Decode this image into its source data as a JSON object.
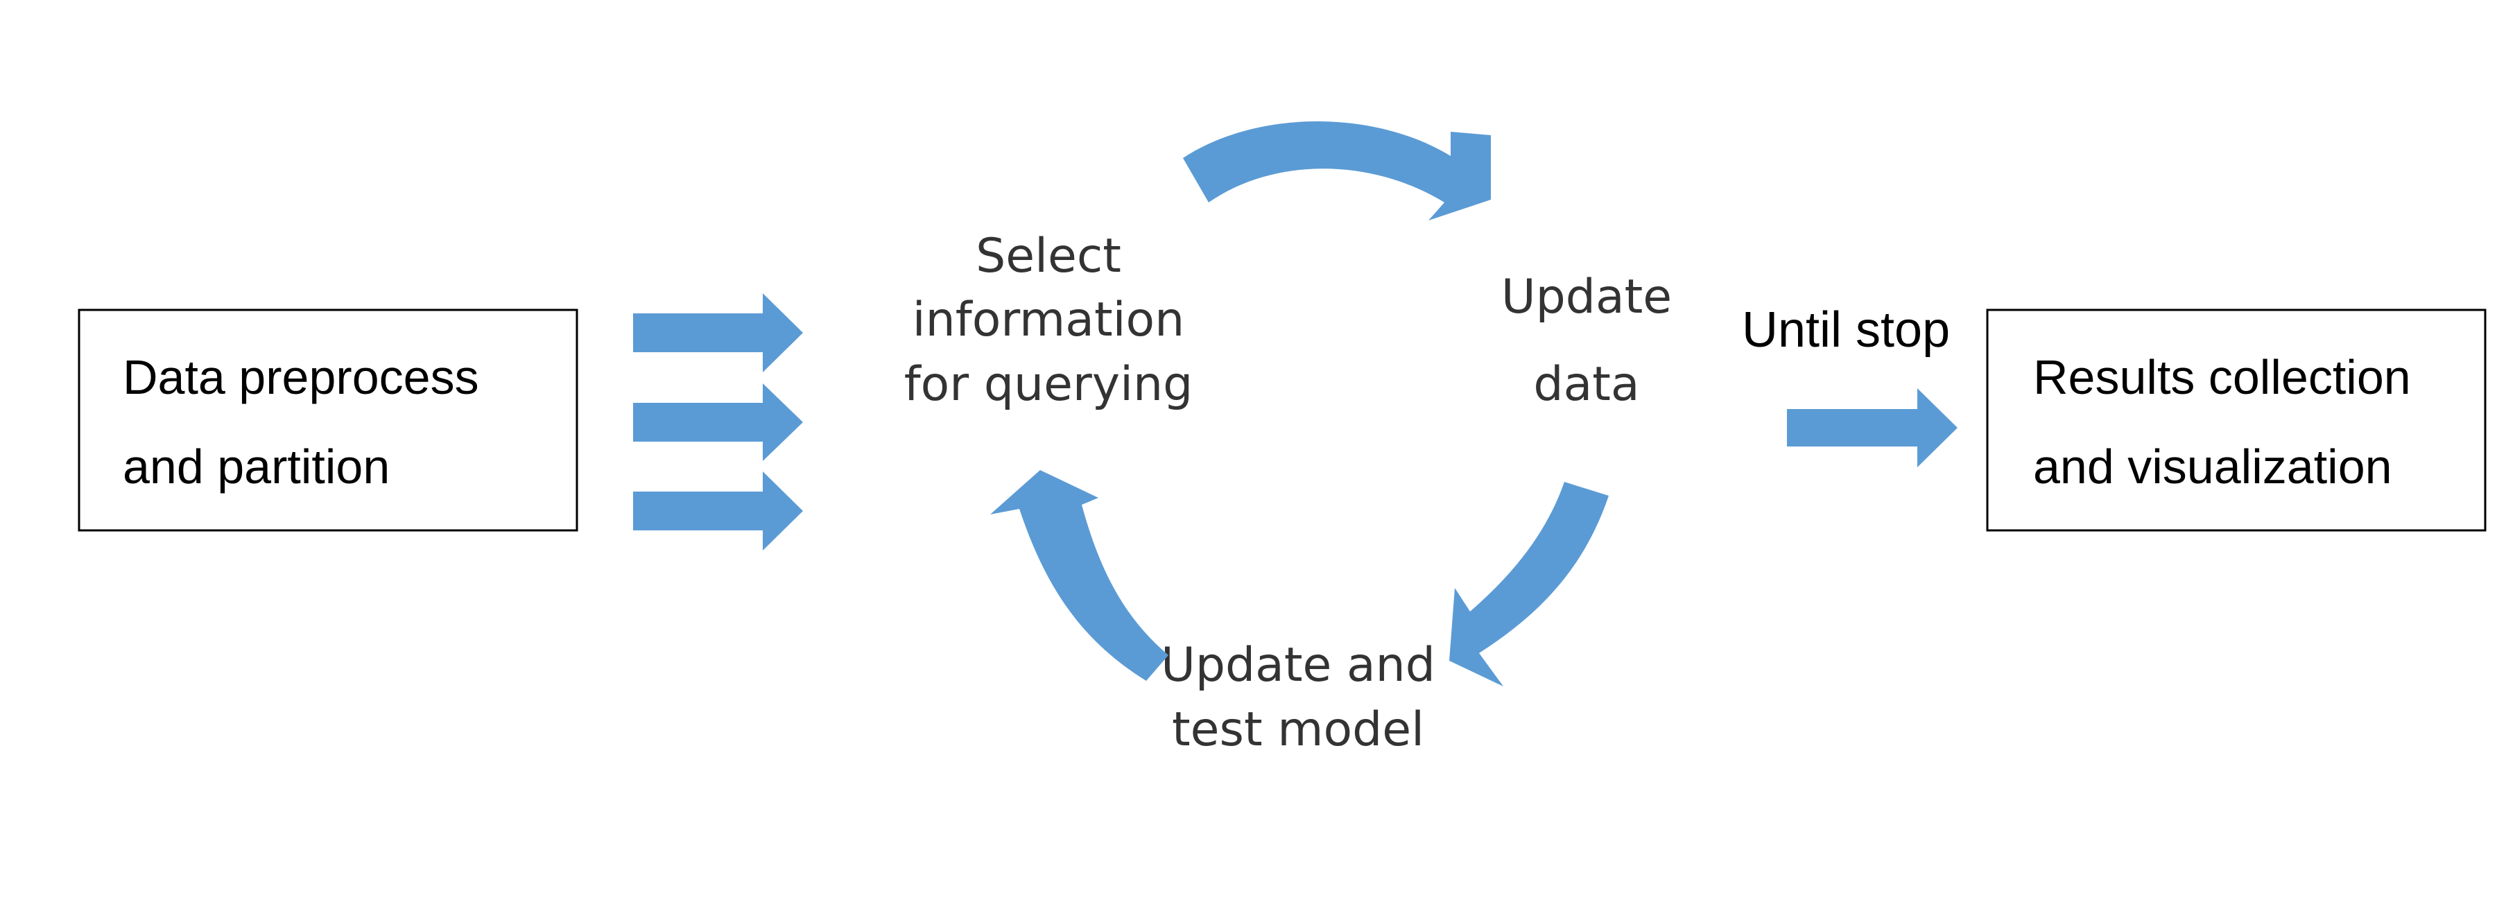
{
  "colors": {
    "arrow": "#5B9BD5",
    "box_border": "#000000",
    "text": "#000000",
    "cycle_text": "#333333"
  },
  "input_box": {
    "line1": "Data preprocess",
    "line2": "and partition"
  },
  "cycle": {
    "select": {
      "line1": "Select",
      "line2": "information",
      "line3": "for querying"
    },
    "update_data": {
      "line1": "Update",
      "line2": "data"
    },
    "update_model": {
      "line1": "Update and",
      "line2": "test model"
    }
  },
  "stop_label": "Until stop",
  "output_box": {
    "line1": "Results collection",
    "line2": "and visualization"
  }
}
